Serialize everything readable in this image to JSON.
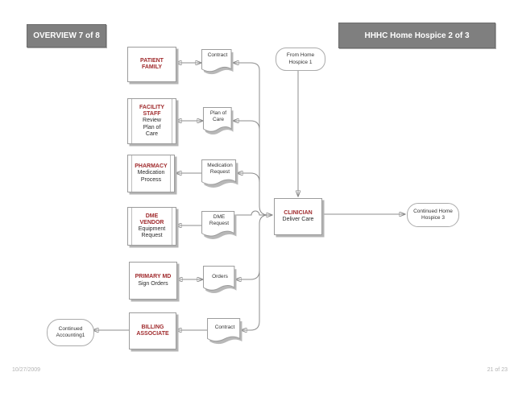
{
  "header": {
    "left": "OVERVIEW 7 of 8",
    "right": "HHHC Home Hospice 2 of 3"
  },
  "footer": {
    "date": "10/27/2009",
    "page": "21 of 23"
  },
  "colors": {
    "accent_red": "#A02B2D",
    "header_fill": "#7F7F7F",
    "connector_gray": "#8C8C8C",
    "shape_border": "#9C9C9C"
  },
  "flowchart": {
    "actors": [
      {
        "id": "patient-family",
        "name": "PATIENT\nFAMILY",
        "detail": ""
      },
      {
        "id": "facility-staff",
        "name": "FACILITY\nSTAFF",
        "detail": "Review\nPlan of\nCare"
      },
      {
        "id": "pharmacy",
        "name": "PHARMACY",
        "detail": "Medication\nProcess"
      },
      {
        "id": "dme-vendor",
        "name": "DME\nVENDOR",
        "detail": "Equipment\nRequest"
      },
      {
        "id": "primary-md",
        "name": "PRIMARY MD",
        "detail": "Sign Orders"
      },
      {
        "id": "billing-associate",
        "name": "BILLING\nASSOCIATE",
        "detail": ""
      },
      {
        "id": "clinician",
        "name": "CLINICIAN",
        "detail": "Deliver Care"
      }
    ],
    "documents": [
      {
        "id": "contract-top",
        "label": "Contract"
      },
      {
        "id": "plan-of-care",
        "label": "Plan of\nCare"
      },
      {
        "id": "medication-request",
        "label": "Medication\nRequest"
      },
      {
        "id": "dme-request",
        "label": "DME\nRequest"
      },
      {
        "id": "orders",
        "label": "Orders"
      },
      {
        "id": "contract-bottom",
        "label": "Contract"
      }
    ],
    "terminators": [
      {
        "id": "from-home-hospice-1",
        "label": "From Home\nHospice 1"
      },
      {
        "id": "continued-home-hospice-3",
        "label": "Continued Home\nHospice 3"
      },
      {
        "id": "continued-accounting-1",
        "label": "Continued\nAccounting1"
      }
    ]
  }
}
